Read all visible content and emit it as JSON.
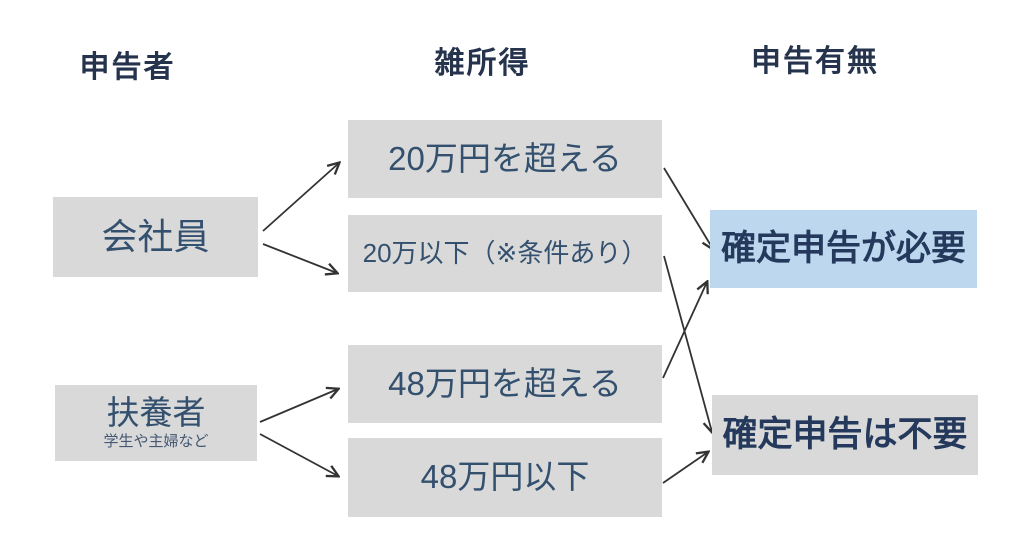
{
  "headers": {
    "declarant": "申告者",
    "misc_income": "雑所得",
    "filing_status": "申告有無"
  },
  "nodes": {
    "company_employee": {
      "label": "会社員"
    },
    "dependent": {
      "label": "扶養者",
      "note": "学生や主婦など"
    },
    "over_200k": {
      "label": "20万円を超える"
    },
    "under_200k": {
      "label": "20万以下（※条件あり）"
    },
    "over_480k": {
      "label": "48万円を超える"
    },
    "under_480k": {
      "label": "48万円以下"
    },
    "filing_required": {
      "label": "確定申告が必要",
      "highlighted": true
    },
    "filing_not_required": {
      "label": "確定申告は不要",
      "highlighted": false
    }
  },
  "edges": [
    {
      "from": "会社員",
      "to": "20万円を超える"
    },
    {
      "from": "会社員",
      "to": "20万以下（※条件あり）"
    },
    {
      "from": "扶養者",
      "to": "48万円を超える"
    },
    {
      "from": "扶養者",
      "to": "48万円以下"
    },
    {
      "from": "20万円を超える",
      "to": "確定申告が必要"
    },
    {
      "from": "20万以下（※条件あり）",
      "to": "確定申告は不要"
    },
    {
      "from": "48万円を超える",
      "to": "確定申告が必要"
    },
    {
      "from": "48万円以下",
      "to": "確定申告は不要"
    }
  ],
  "colors": {
    "background": "#ffffff",
    "box_gray": "#d9d9d9",
    "highlight_blue": "#bdd7ee",
    "heading_navy": "#26334d",
    "text_navy": "#33506e",
    "outcome_navy": "#24395c",
    "arrow": "#333333"
  }
}
